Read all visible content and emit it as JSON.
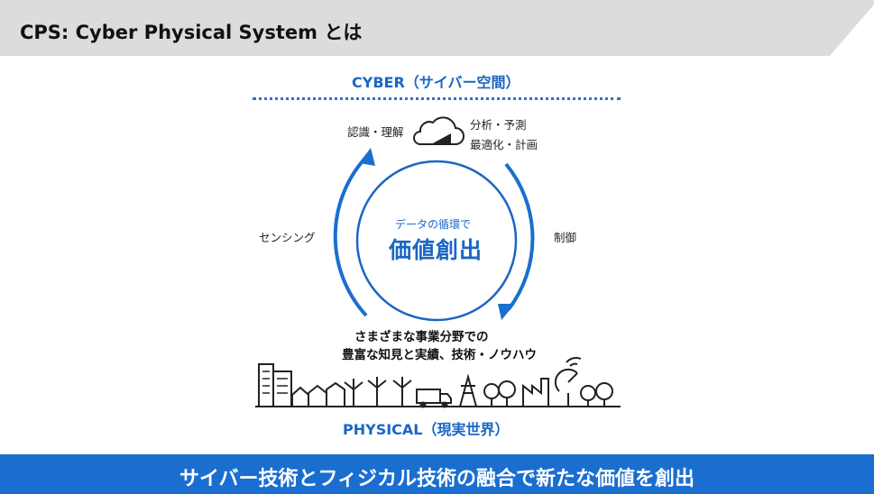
{
  "title": "CPS: Cyber Physical System とは",
  "diagram": {
    "cyber_label": "CYBER（サイバー空間）",
    "recognition": "認識・理解",
    "analysis": "分析・予測",
    "optimization": "最適化・計画",
    "sensing": "センシング",
    "control": "制御",
    "cycle_caption": "データの循環で",
    "center_value": "価値創出",
    "knowledge_line1": "さまざまな事業分野での",
    "knowledge_line2": "豊富な知見と実績、技術・ノウハウ",
    "physical_label": "PHYSICAL（現実世界）"
  },
  "footer": "サイバー技術とフィジカル技術の融合で新たな価値を創出",
  "colors": {
    "accent": "#1a6ed0",
    "header_band": "#dcdcdc",
    "text_blue": "#1a66c4"
  }
}
